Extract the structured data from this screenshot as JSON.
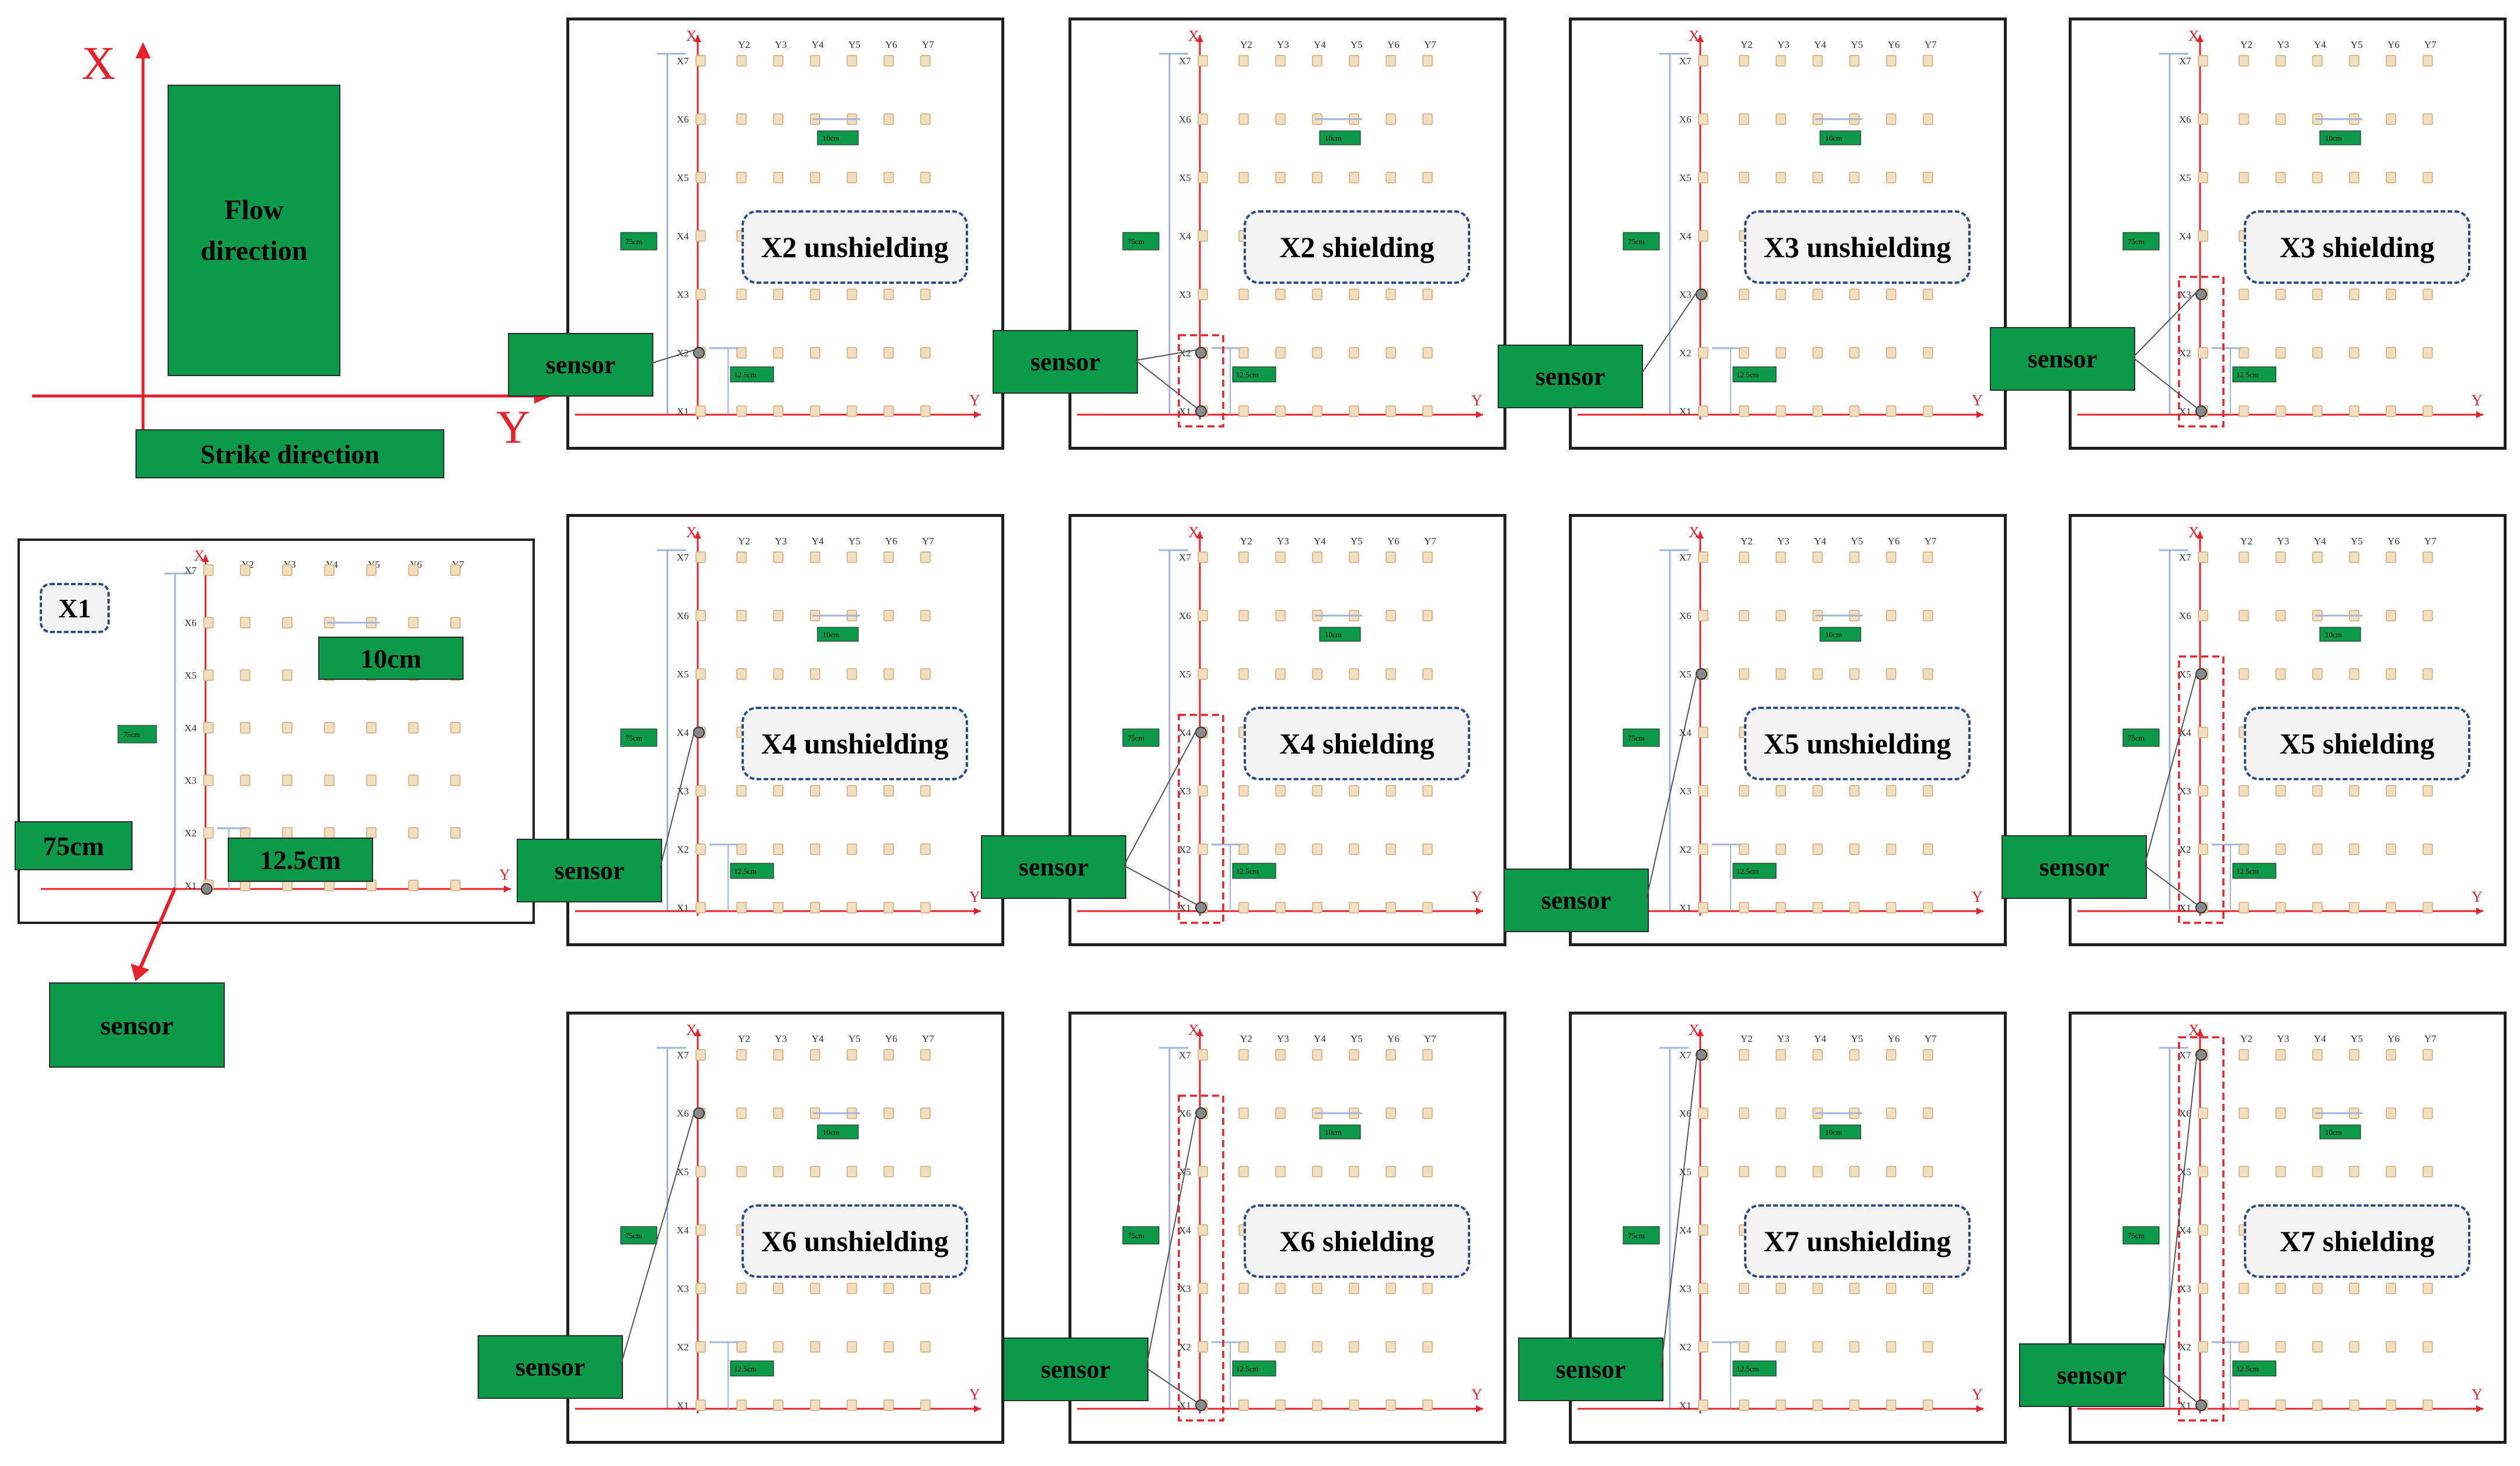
{
  "legend": {
    "axis_x": "X",
    "axis_y": "Y",
    "flow_direction": "Flow direction",
    "strike_direction": "Strike direction"
  },
  "grid_labels": {
    "x_axis": "X",
    "y_axis": "Y",
    "rows": [
      "X1",
      "X2",
      "X3",
      "X4",
      "X5",
      "X6",
      "X7"
    ],
    "cols": [
      "Y2",
      "Y3",
      "Y4",
      "Y5",
      "Y6",
      "Y7"
    ],
    "spacing_10": "10cm",
    "spacing_12": "12.5cm",
    "length_75": "75cm"
  },
  "example_panel": {
    "position_label": "X1",
    "label_10cm": "10cm",
    "label_75cm": "75cm",
    "label_12_5cm": "12.5cm",
    "sensor_label": "sensor"
  },
  "panels": [
    {
      "title": "X2 unshielding",
      "sensor_label": "sensor",
      "sensor_row": "X2",
      "shielding": false
    },
    {
      "title": "X2 shielding",
      "sensor_label": "sensor",
      "sensor_row": "X2",
      "shielding": true
    },
    {
      "title": "X3 unshielding",
      "sensor_label": "sensor",
      "sensor_row": "X3",
      "shielding": false
    },
    {
      "title": "X3 shielding",
      "sensor_label": "sensor",
      "sensor_row": "X3",
      "shielding": true
    },
    {
      "title": "X4 unshielding",
      "sensor_label": "sensor",
      "sensor_row": "X4",
      "shielding": false
    },
    {
      "title": "X4 shielding",
      "sensor_label": "sensor",
      "sensor_row": "X4",
      "shielding": true
    },
    {
      "title": "X5 unshielding",
      "sensor_label": "sensor",
      "sensor_row": "X5",
      "shielding": false
    },
    {
      "title": "X5 shielding",
      "sensor_label": "sensor",
      "sensor_row": "X5",
      "shielding": true
    },
    {
      "title": "X6 unshielding",
      "sensor_label": "sensor",
      "sensor_row": "X6",
      "shielding": false
    },
    {
      "title": "X6 shielding",
      "sensor_label": "sensor",
      "sensor_row": "X6",
      "shielding": true
    },
    {
      "title": "X7 unshielding",
      "sensor_label": "sensor",
      "sensor_row": "X7",
      "shielding": false
    },
    {
      "title": "X7 shielding",
      "sensor_label": "sensor",
      "sensor_row": "X7",
      "shielding": true
    }
  ],
  "colors": {
    "axis_red": "#e8202a",
    "accent_green": "#0b9a49",
    "stake_fill": "#f1dfc0",
    "stake_border": "#cfa878",
    "dimension_blue": "#9fb6d8",
    "dash_blue": "#2f4b86",
    "sensor_gray": "#8a8a8a"
  }
}
